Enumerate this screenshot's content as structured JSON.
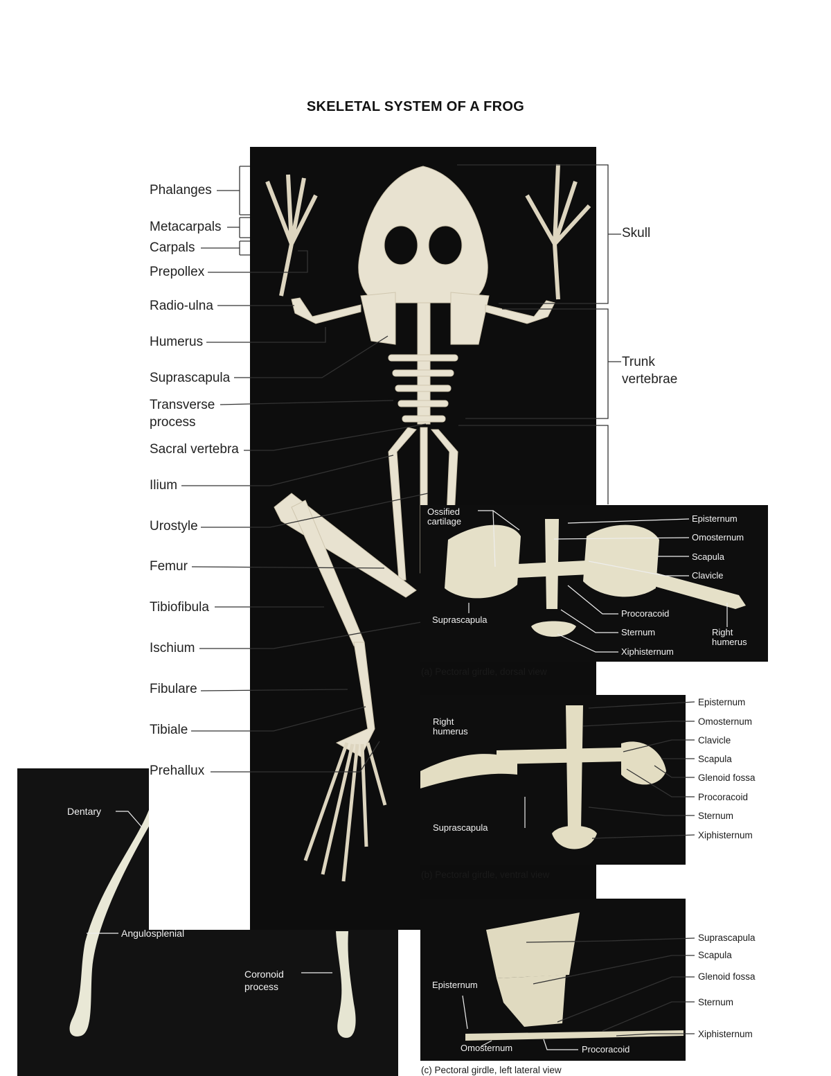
{
  "title": "SKELETAL SYSTEM OF A FROG",
  "main_labels_left": [
    "Phalanges",
    "Metacarpals",
    "Carpals",
    "Prepollex",
    "Radio-ulna",
    "Humerus",
    "Suprascapula",
    "Transverse process",
    "Sacral vertebra",
    "Ilium",
    "Urostyle",
    "Femur",
    "Tibiofibula",
    "Ischium",
    "Fibulare",
    "Tibiale",
    "Prehallux"
  ],
  "main_labels_right": {
    "skull": "Skull",
    "trunk": "Trunk vertebrae"
  },
  "jaw": {
    "dentary": "Dentary",
    "angulosplenial": "Angulosplenial",
    "coronoid": "Coronoid process"
  },
  "panel_a": {
    "caption": "(a) Pectoral girdle, dorsal view",
    "ossified": "Ossified cartilage",
    "suprascapula": "Suprascapula",
    "right_labels": [
      "Episternum",
      "Omosternum",
      "Scapula",
      "Clavicle"
    ],
    "procoracoid": "Procoracoid",
    "sternum": "Sternum",
    "xiphisternum": "Xiphisternum",
    "right_humerus": "Right humerus"
  },
  "panel_b": {
    "caption": "(b) Pectoral girdle, ventral view",
    "right_humerus": "Right humerus",
    "suprascapula": "Suprascapula",
    "right_labels": [
      "Episternum",
      "Omosternum",
      "Clavicle",
      "Scapula",
      "Glenoid fossa",
      "Procoracoid",
      "Sternum",
      "Xiphisternum"
    ]
  },
  "panel_c": {
    "caption": "(c) Pectoral girdle, left lateral view",
    "episternum": "Episternum",
    "omosternum": "Omosternum",
    "procoracoid": "Procoracoid",
    "right_labels": [
      "Suprascapula",
      "Scapula",
      "Glenoid fossa",
      "Sternum",
      "Xiphisternum"
    ]
  }
}
